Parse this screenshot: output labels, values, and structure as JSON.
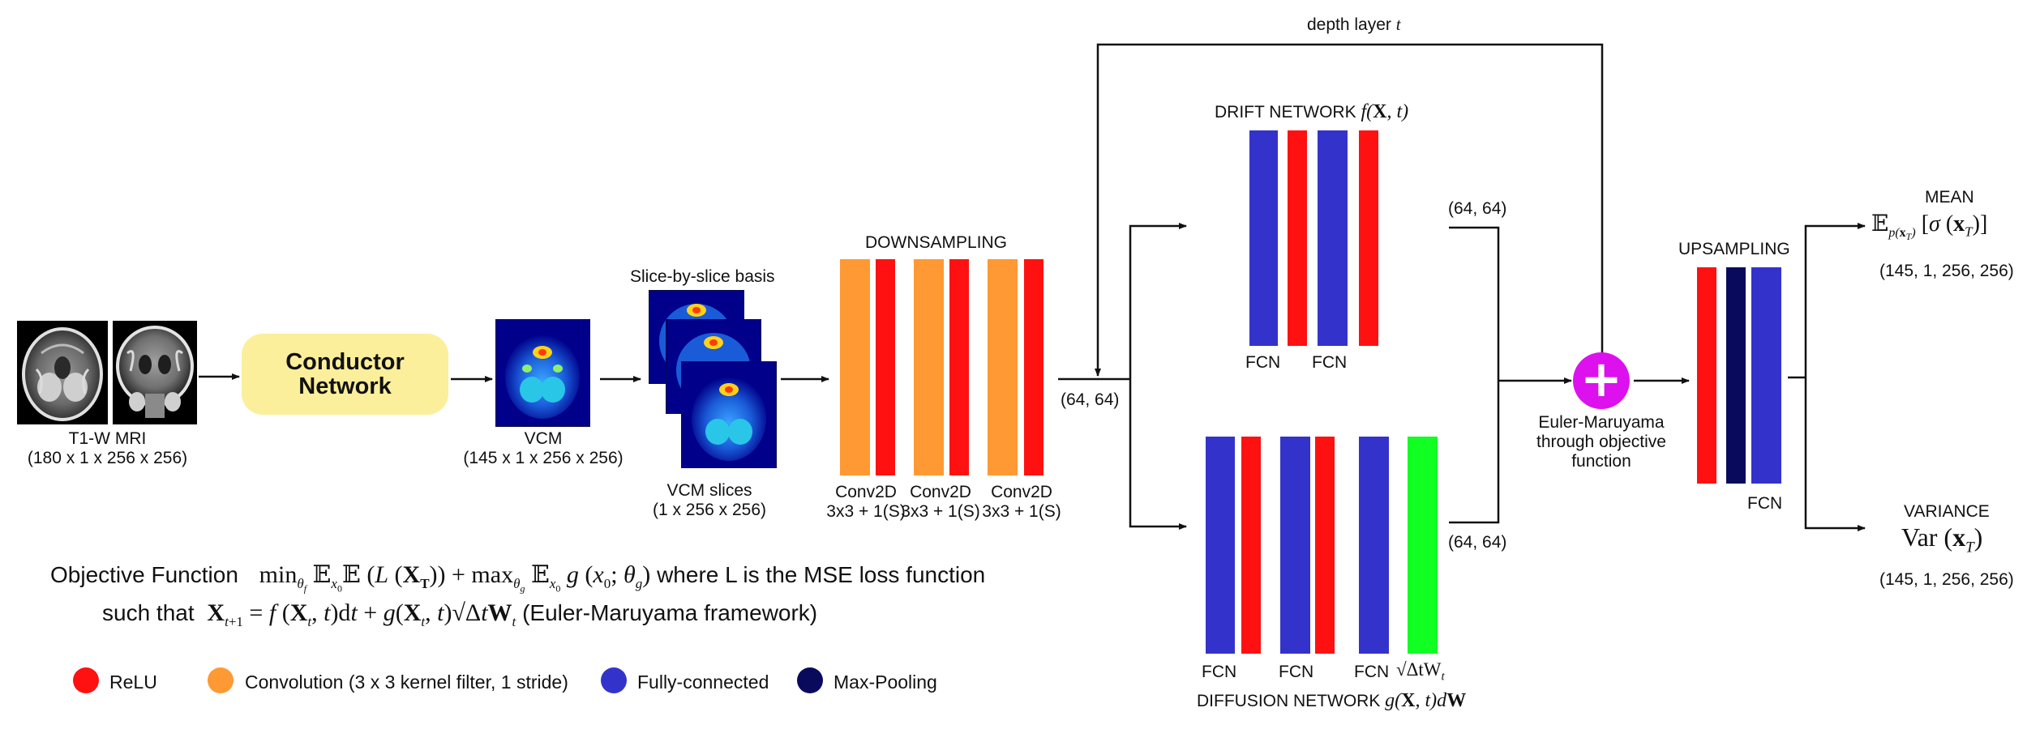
{
  "title_depth": "depth layer t",
  "input": {
    "name": "T1-W MRI",
    "shape": "(180 x 1 x 256 x 256)"
  },
  "conductor": {
    "line1": "Conductor",
    "line2": "Network"
  },
  "vcm": {
    "name": "VCM",
    "shape": "(145 x 1 x 256 x 256)"
  },
  "slices": {
    "heading": "Slice-by-slice basis",
    "name": "VCM slices",
    "shape": "(1 x 256 x 256)"
  },
  "downsampling": {
    "heading": "DOWNSAMPLING",
    "conv_label": "Conv2D",
    "conv_param": "3x3 + 1(S)"
  },
  "split_shape": "(64, 64)",
  "drift": {
    "heading": "DRIFT NETWORK",
    "heading_math": "f(X, t)",
    "fcn": "FCN",
    "shape": "(64, 64)"
  },
  "diffusion": {
    "heading": "DIFFUSION NETWORK",
    "heading_math": "g(X, t)dW",
    "fcn": "FCN",
    "noise": "√ΔtW",
    "noise_sub": "t",
    "shape": "(64, 64)"
  },
  "combine": {
    "symbol": "+",
    "line1": "Euler-Maruyama",
    "line2": "through objective",
    "line3": "function"
  },
  "upsampling": {
    "heading": "UPSAMPLING",
    "fcn": "FCN"
  },
  "mean": {
    "heading": "MEAN",
    "shape": "(145, 1, 256, 256)"
  },
  "variance": {
    "heading": "VARIANCE",
    "math": "Var",
    "shape": "(145, 1, 256, 256)"
  },
  "objective": {
    "label": "Objective Function",
    "tail": "where L is the MSE loss function",
    "such_that": "such that",
    "framework": "(Euler-Maruyama framework)"
  },
  "legend": [
    {
      "label": "ReLU",
      "color": "#ff1111"
    },
    {
      "label": "Convolution (3 x 3 kernel filter, 1 stride)",
      "color": "#ff9933"
    },
    {
      "label": "Fully-connected",
      "color": "#3333cc"
    },
    {
      "label": "Max-Pooling",
      "color": "#0a0a5c"
    }
  ],
  "colors": {
    "relu": "#ff1111",
    "conv": "#ff9933",
    "fc": "#3333cc",
    "maxpool": "#0a0a5c",
    "noise": "#11ff22",
    "combine": "#dd11ee",
    "conductor": "#fbef9b"
  }
}
